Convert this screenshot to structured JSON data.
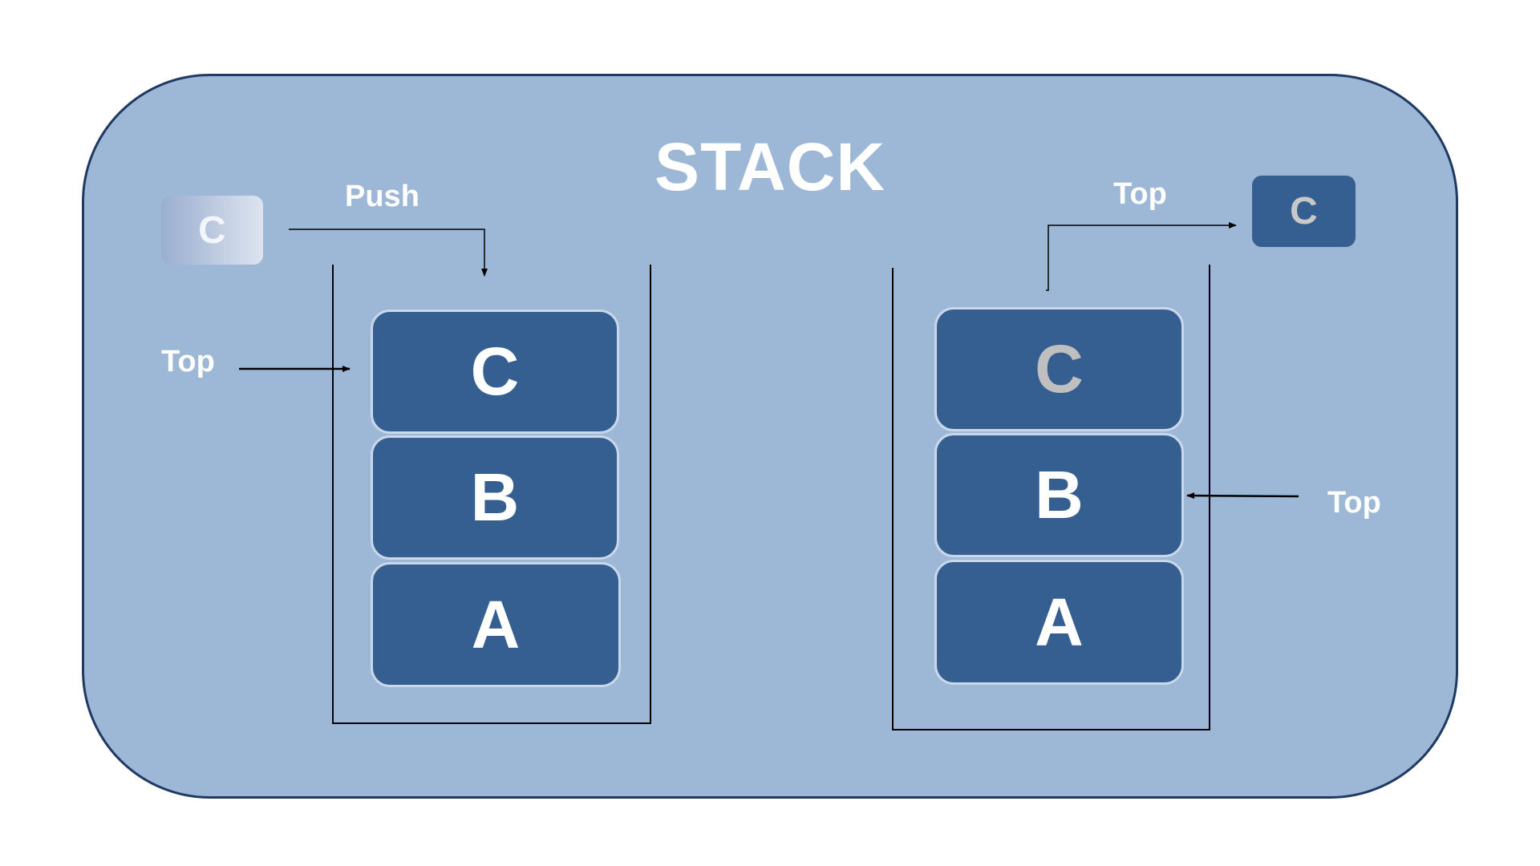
{
  "title": "STACK",
  "colors": {
    "panel_fill": "#9db7d6",
    "panel_border": "#1f3864",
    "block_fill": "#365f91",
    "block_border": "#c9d7ea",
    "text": "#ffffff",
    "faded_text": "#bfbfbf",
    "line": "#000000"
  },
  "push_side": {
    "incoming_chip": "C",
    "push_label": "Push",
    "top_label": "Top",
    "blocks": [
      "C",
      "B",
      "A"
    ]
  },
  "pop_side": {
    "top_label_upper": "Top",
    "popped_chip": "C",
    "blocks": [
      "C",
      "B",
      "A"
    ],
    "top_label_side": "Top"
  }
}
